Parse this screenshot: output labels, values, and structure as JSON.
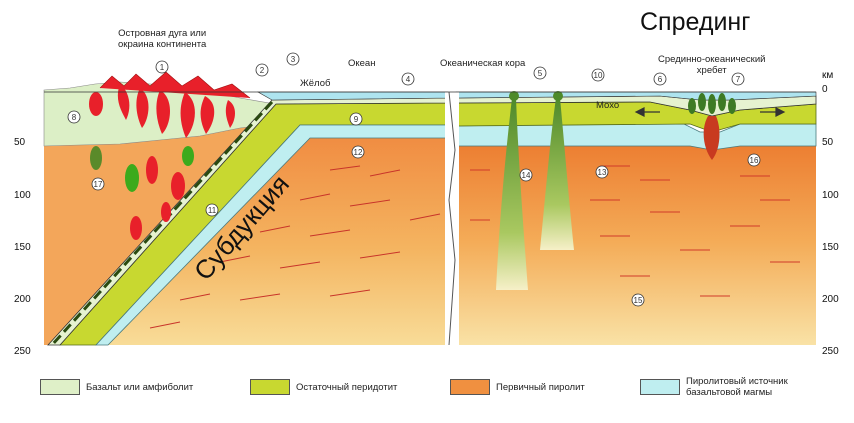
{
  "title": "Спрединг",
  "labels": {
    "island_arc": "Островная дуга или\nокраина континента",
    "ocean": "Океан",
    "oceanic_crust": "Океаническая кора",
    "mid_ocean_ridge": "Срединно-океанический\nхребет",
    "trench": "Жёлоб",
    "moho": "Мохо",
    "subduction": "Субдукция",
    "km": "км"
  },
  "depth_axis": {
    "left_ticks": [
      "50",
      "100",
      "150",
      "200",
      "250"
    ],
    "right_ticks": [
      "0",
      "50",
      "100",
      "150",
      "200",
      "250"
    ]
  },
  "markers": [
    "1",
    "2",
    "3",
    "4",
    "5",
    "6",
    "7",
    "8",
    "9",
    "10",
    "11",
    "12",
    "13",
    "14",
    "15",
    "16",
    "17"
  ],
  "legend": [
    {
      "label": "Базальт или амфиболит",
      "color": "#dff0c8"
    },
    {
      "label": "Остаточный перидотит",
      "color": "#c8d830"
    },
    {
      "label": "Первичный пиролит",
      "color": "#f09040"
    },
    {
      "label": "Пиролитовый источник\nбазальтовой магмы",
      "color": "#bfeef0"
    }
  ]
}
